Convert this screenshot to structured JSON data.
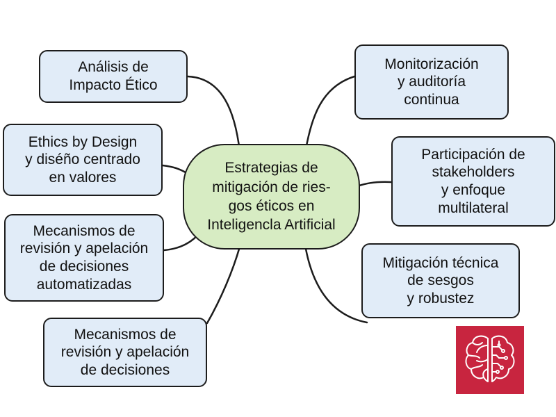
{
  "center_topic": "Estrategias de\nmitigación de ries-\ngos éticos en\nInteligencla Artificial",
  "branches": [
    {
      "id": "analisis",
      "label": "Análisis de\nImpacto Ético"
    },
    {
      "id": "ethics",
      "label": "Ethics by Design\ny diséño centrado\nen valores"
    },
    {
      "id": "revision-automatizadas",
      "label": "Mecanismos de\nrevisión y apelación\nde decisiones\nautomatizadas"
    },
    {
      "id": "revision-decisiones",
      "label": "Mecanismos de\nrevisión y apelación\nde decisiones"
    },
    {
      "id": "monitorizacion",
      "label": "Monitorización\ny auditoría\ncontinua"
    },
    {
      "id": "participacion",
      "label": "Participación de\nstakeholders\ny enfoque\nmultilateral"
    },
    {
      "id": "mitigacion",
      "label": "Mitigación técnica\nde sesgos\ny robustez"
    }
  ],
  "logo": {
    "icon": "brain-circuit-icon",
    "color": "#c8253f"
  },
  "colors": {
    "node_fill": "#e1ecf8",
    "center_fill": "#d7ecc3",
    "stroke": "#1c1c1c"
  }
}
